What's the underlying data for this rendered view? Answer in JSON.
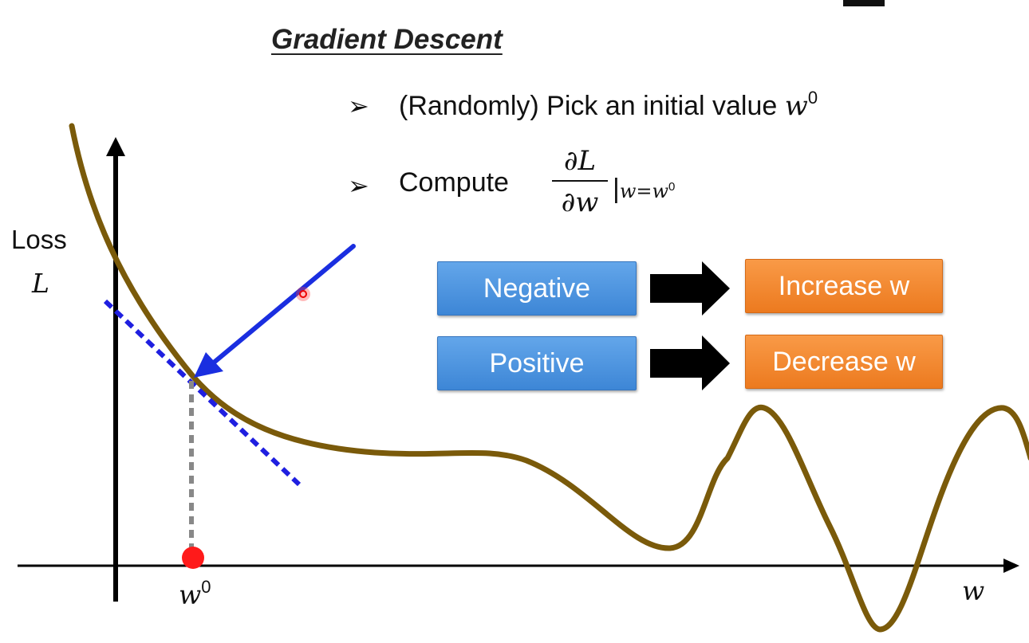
{
  "title": "Gradient Descent",
  "bullets": [
    {
      "text": "(Randomly) Pick an initial value",
      "math_var": "w",
      "math_sup": "0"
    },
    {
      "text": "Compute"
    }
  ],
  "derivative": {
    "numerator": "∂L",
    "denominator": "∂w",
    "eval_var": "w=w",
    "eval_sup": "0"
  },
  "rules": [
    {
      "condition": "Negative",
      "action": "Increase w"
    },
    {
      "condition": "Positive",
      "action": "Decrease w"
    }
  ],
  "axes": {
    "y_label_line1": "Loss",
    "y_label_line2": "L",
    "x_label": "w",
    "point_var": "w",
    "point_sup": "0"
  },
  "colors": {
    "curve": "#7a5a0a",
    "tangent": "#1f1fe0",
    "arrow": "#1a2ee0",
    "point": "#ff1a1a",
    "rule_box_blue": "#4a90dd",
    "rule_box_orange": "#f08a2c"
  },
  "icons": {
    "bullet": "arrowhead-bullet-icon",
    "flow": "right-arrow-icon"
  }
}
